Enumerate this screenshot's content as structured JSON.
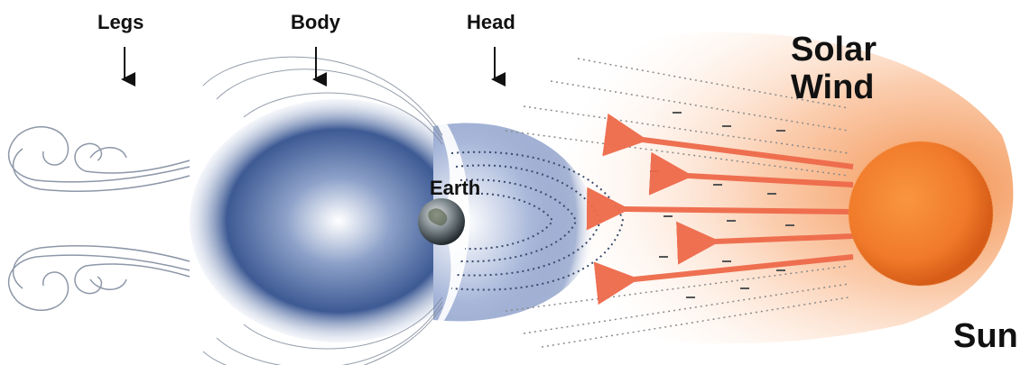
{
  "labels": {
    "legs": "Legs",
    "body": "Body",
    "head": "Head",
    "earth": "Earth",
    "solar_wind_line1": "Solar",
    "solar_wind_line2": "Wind",
    "sun": "Sun"
  },
  "colors": {
    "magnetosphere_blue": "#3d5a94",
    "sun_orange": "#f07a2a",
    "solar_wind_glow": "#f7a36a",
    "arrow_red": "#ee6a4a",
    "text": "#111111"
  }
}
